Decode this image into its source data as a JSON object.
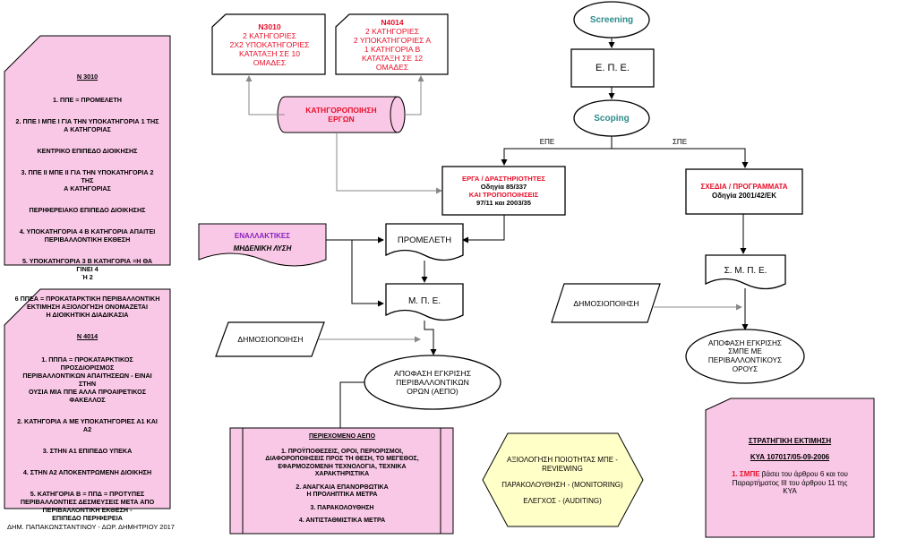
{
  "left_panel_1": {
    "title": "Ν 3010",
    "items": [
      "1. ΠΠΕ = ΠΡΟΜΕΛΕΤΗ",
      "2. ΠΠΕ Ι ΜΠΕ Ι ΓΙΑ ΤΗΝ ΥΠΟΚΑΤΗΓΟΡΙΑ 1 ΤΗΣ\nΑ ΚΑΤΗΓΟΡΙΑΣ",
      "ΚΕΝΤΡΙΚΟ ΕΠΙΠΕΔΟ ΔΙΟΙΚΗΣΗΣ",
      "3. ΠΠΕ ΙΙ ΜΠΕ ΙΙ ΓΙΑ ΤΗΝ ΥΠΟΚΑΤΗΓΟΡΙΑ 2\nΤΗΣ\nΑ ΚΑΤΗΓΟΡΙΑΣ",
      "ΠΕΡΙΦΕΡΕΙΑΚΟ ΕΠΙΠΕΔΟ ΔΙΟΙΚΗΣΗΣ",
      "4. ΥΠΟΚΑΤΗΓΟΡΙΑ 4 Β ΚΑΤΗΓΟΡΙΑ ΑΠΑΙΤΕΙ\nΠΕΡΙΒΑΛΛΟΝΤΙΚΗ ΕΚΘΕΣΗ",
      "5. ΥΠΟΚΑΤΗΓΟΡΙΑ 3 Β ΚΑΤΗΓΟΡΙΑ =Η ΘΑ\nΓΙΝΕΙ 4\nΉ 2",
      "6 ΠΠΕΑ = ΠΡΟΚΑΤΑΡΚΤΙΚΗ ΠΕΡΙΒΑΛΛΟΝΤΙΚΗ\nΕΚΤΙΜΗΣΗ ΑΞΙΟΛΟΓΗΣΗ ΟΝΟΜΑΖΕΤΑΙ\nΗ ΔΙΟΙΚΗΤΙΚΗ ΔΙΑΔΙΚΑΣΙΑ"
    ]
  },
  "left_panel_2": {
    "title": "Ν 4014",
    "items": [
      "1. ΠΠΠΑ = ΠΡΟΚΑΤΑΡΚΤΙΚΟΣ\nΠΡΟΣΔΙΟΡΙΣΜΟΣ\nΠΕΡΙΒΑΛΛΟΝΤΙΚΩΝ ΑΠΑΙΤΗΣΕΩΝ - ΕΙΝΑΙ\nΣΤΗΝ\nΟΥΣΙΑ ΜΙΑ ΠΠΕ ΑΛΛΑ ΠΡΟΑΙΡΕΤΙΚΟΣ\nΦΑΚΕΛΛΟΣ",
      "2. ΚΑΤΗΓΟΡΙΑ Α ΜΕ ΥΠΟΚΑΤΗΓΟΡΙΕΣ Α1 ΚΑΙ\nΑ2",
      "3. ΣΤΗΝ Α1 ΕΠΙΠΕΔΟ ΥΠΕΚΑ",
      "4. ΣΤΗΝ Α2 ΑΠΟΚΕΝΤΡΩΜΕΝΗ ΔΙΟΙΚΗΣΗ",
      "5. ΚΑΤΗΓΟΡΙΑ Β = ΠΠΔ = ΠΡΟΤΥΠΕΣ\nΠΕΡΙΒΑΛΛΟΝΤΙΕΣ ΔΕΣΜΕΥΣΕΙΣ ΜΕΤΑ ΑΠΟ\nΠΕΡΙΒΑΛΛΟΝΤΙΚΗ ΕΚΘΕΣΗ -\nΕΠΙΠΕΔΟ ΠΕΡΙΦΕΡΕΙΑ"
    ]
  },
  "n3010_box": {
    "title": "Ν3010",
    "body": "2 ΚΑΤΗΓΟΡΙΕΣ\n2Χ2 ΥΠΟΚΑΤΗΓΟΡΙΕΣ\nΚΑΤΑΤΑΞΗ ΣΕ 10\nΟΜΑΔΕΣ"
  },
  "n4014_box": {
    "title": "Ν4014",
    "body": "2 ΚΑΤΗΓΟΡΙΕΣ\n2 ΥΠΟΚΑΤΗΓΟΡΙΕΣ Α\n1 ΚΑΤΗΓΟΡΙΑ Β\nΚΑΤΑΤΑΞΗ ΣΕ 12\nΟΜΑΔΕΣ"
  },
  "categorization": "ΚΑΤΗΓΟΡΟΠΟΙΗΣΗ\nΕΡΓΩΝ",
  "screening": "Screening",
  "epe_box": "Ε. Π. Ε.",
  "scoping": "Scoping",
  "branch_left": "ΕΠΕ",
  "branch_right": "ΣΠΕ",
  "projects_box": {
    "line1": "ΕΡΓΑ / ΔΡΑΣΤΗΡΙΟΤΗΤΕΣ",
    "line2": "Οδηγία 85/337",
    "line3": "ΚΑΙ ΤΡΟΠΟΠΟΙΗΣΕΙΣ",
    "line4": "97/11 και 2003/35"
  },
  "plans_box": {
    "line1": "ΣΧΕΔΙΑ / ΠΡΟΓΡΑΜΜΑΤΑ",
    "line2": "Οδηγία 2001/42/ΕΚ"
  },
  "alternatives": {
    "line1": "ΕΝΑΛΛΑΚΤΙΚΕΣ",
    "line2": "ΜΗΔΕΝΙΚΗ ΛΥΣΗ"
  },
  "premeleti": "ΠΡΟΜΕΛΕΤΗ",
  "mpe": "Μ. Π. Ε.",
  "smpe": "Σ. Μ. Π. Ε.",
  "publication_left": "ΔΗΜΟΣΙΟΠΟΙΗΣΗ",
  "publication_right": "ΔΗΜΟΣΙΟΠΟΙΗΣΗ",
  "aepo": "ΑΠΟΦΑΣΗ ΕΓΚΡΙΣΗΣ\nΠΕΡΙΒΑΛΛΟΝΤΙΚΩΝ\nΟΡΩΝ (ΑΕΠΟ)",
  "approval_right": "ΑΠΟΦΑΣΗ ΕΓΚΡΙΣΗΣ\nΣΜΠΕ ΜΕ\nΠΕΡΙΒΑΛΛΟΝΤΙΚΟΥΣ\nΟΡΟΥΣ",
  "aepo_content": {
    "title": "ΠΕΡΙΕΧΟΜΕΝΟ ΑΕΠΟ",
    "items": [
      "1. ΠΡΟΫΠΟΘΕΣΕΙΣ, ΟΡΟΙ, ΠΕΡΙΟΡΙΣΜΟΙ,\nΔΙΑΦΟΡΟΠΟΙΗΣΕΙΣ ΠΡΟΣ ΤΗ ΘΕΣΗ, ΤΟ ΜΕΓΕΘΟΣ,\nΕΦΑΡΜΟΖΟΜΕΝΗ ΤΕΧΝΟΛΟΓΙΑ, ΤΕΧΝΙΚΑ\nΧΑΡΑΚΤΗΡΙΣΤΙΚΑ",
      "2. ΑΝΑΓΚΑΙΑ ΕΠΑΝΟΡΘΩΤΙΚΑ\nΗ ΠΡΟΛΗΠΤΙΚΑ ΜΕΤΡΑ",
      "3. ΠΑΡΑΚΟΛΟΥΘΗΣΗ",
      "4. ΑΝΤΙΣΤΑΘΜΙΣΤΙΚΑ ΜΕΤΡΑ"
    ]
  },
  "quality_box": {
    "line1": "ΑΞΙΟΛΟΓΗΣΗ ΠΟΙΟΤΗΤΑΣ ΜΠΕ -\nREVIEWING",
    "line2": "ΠΑΡΑΚΟΛΟΥΘΗΣΗ - (MONITORING)",
    "line3": "ΕΛΕΓΧΟΣ - (AUDITING)"
  },
  "strategic": {
    "title": "ΣΤΡΑΤΗΓΙΚΗ ΕΚΤΙΜΗΣΗ",
    "kya": "ΚΥΑ 107017/05-09-2006",
    "item_prefix": "1. ΣΜΠΕ",
    "item_rest": " βάσει του άρθρου 6 και του\nΠαραρτήματος ΙΙΙ του άρθρου 11 της\nΚΥΑ"
  },
  "footer": "ΔΗΜ.  ΠΑΠΑΚΩΝΣΤΑΝΤΙΝΟΥ - ΔΩΡ. ΔΗΜΗΤΡΙΟΥ 2017",
  "colors": {
    "pink": "#f9c8e6",
    "yellow": "#ffffc8",
    "red": "#e8102a",
    "teal": "#2e8b8b",
    "purple": "#8a1fc2"
  }
}
